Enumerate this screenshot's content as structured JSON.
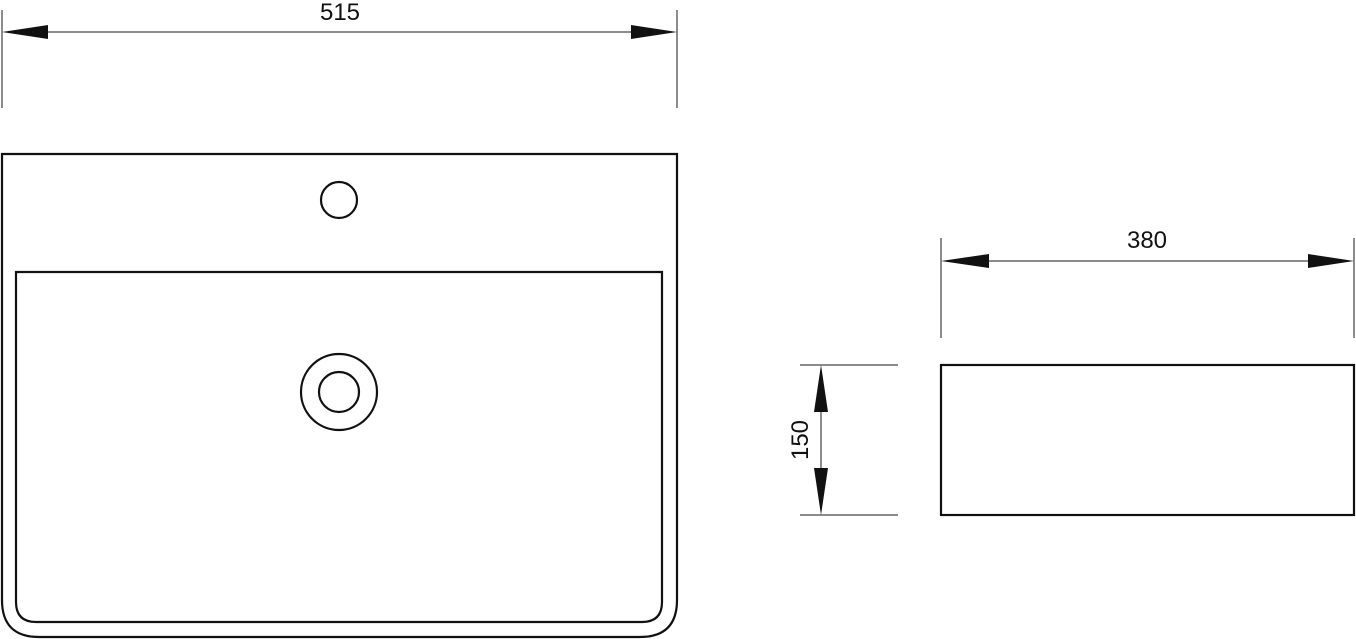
{
  "drawing": {
    "dimensions": {
      "top_width": "515",
      "side_depth": "380",
      "side_height": "150"
    }
  }
}
